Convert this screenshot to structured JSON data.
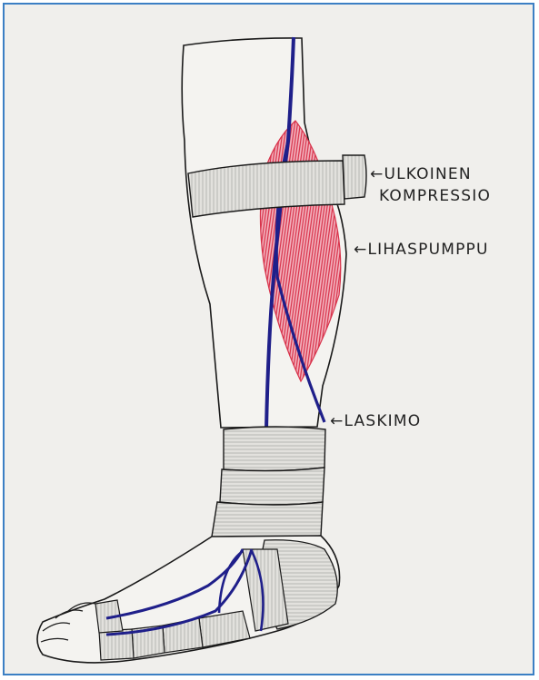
{
  "labels": {
    "external_compression_line1": "←ULKOINEN",
    "external_compression_line2": "KOMPRESSIO",
    "muscle_pump": "←LIHASPUMPPU",
    "vein": "←LASKIMO"
  },
  "colors": {
    "frame_border": "#3b7fc4",
    "paper": "#f0efec",
    "vein": "#1f1f8a",
    "muscle": "#d8324a",
    "bandage": "#e2e1dd",
    "outline": "#1a1a1a"
  }
}
